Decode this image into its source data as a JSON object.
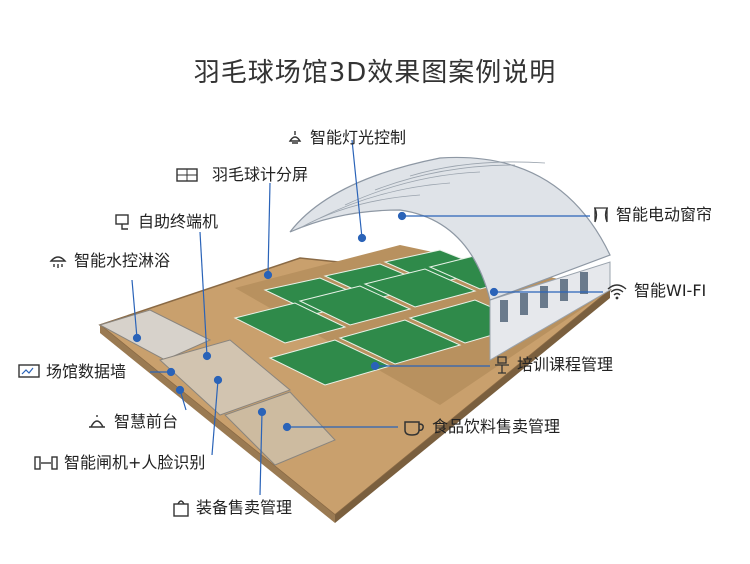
{
  "title": "羽毛球场馆3D效果图案例说明",
  "colors": {
    "accent": "#2a63b8",
    "court": "#2f8a4a",
    "floor": "#c9a06d",
    "roof": "#dfe3e8"
  },
  "labels": [
    {
      "id": "lighting",
      "text": "智能灯光控制",
      "icon": "ceiling-lamp-icon"
    },
    {
      "id": "scoreboard",
      "text": "羽毛球计分屏",
      "icon": "scoreboard-icon"
    },
    {
      "id": "kiosk",
      "text": "自助终端机",
      "icon": "kiosk-icon"
    },
    {
      "id": "shower",
      "text": "智能水控淋浴",
      "icon": "shower-icon"
    },
    {
      "id": "datawall",
      "text": "场馆数据墙",
      "icon": "monitor-icon"
    },
    {
      "id": "frontdesk",
      "text": "智慧前台",
      "icon": "reception-bell-icon"
    },
    {
      "id": "gate",
      "text": "智能闸机+人脸识别",
      "icon": "turnstile-icon"
    },
    {
      "id": "equipment",
      "text": "装备售卖管理",
      "icon": "shopping-bag-icon"
    },
    {
      "id": "curtain",
      "text": "智能电动窗帘",
      "icon": "curtain-icon"
    },
    {
      "id": "wifi",
      "text": "智能WI-FI",
      "icon": "wifi-icon"
    },
    {
      "id": "training",
      "text": "培训课程管理",
      "icon": "lectern-icon"
    },
    {
      "id": "food",
      "text": "食品饮料售卖管理",
      "icon": "coffee-cup-icon"
    }
  ]
}
